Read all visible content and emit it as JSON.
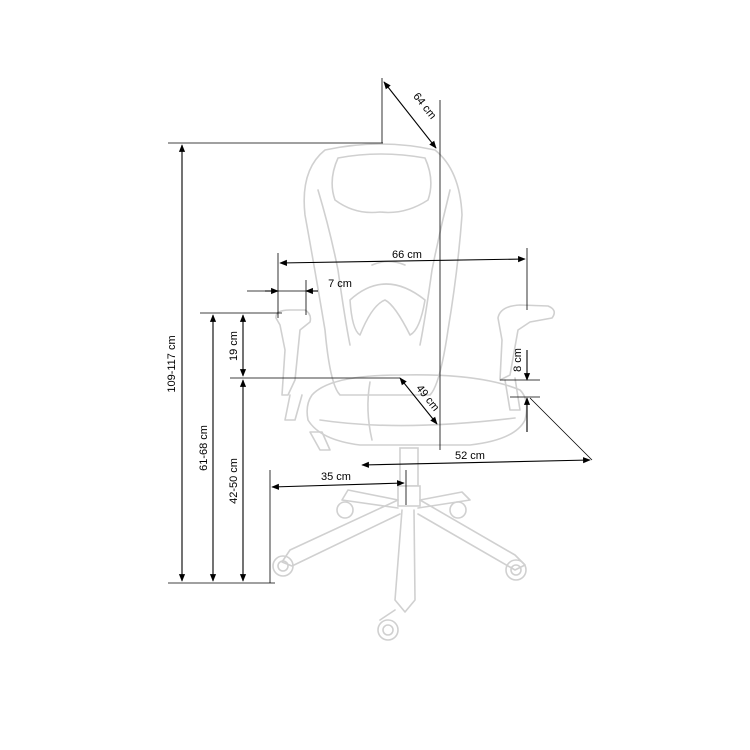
{
  "dimensions": {
    "total_height": "109-117 cm",
    "armrest_height": "61-68 cm",
    "seat_height": "42-50 cm",
    "backrest_above_seat": "19 cm",
    "armrest_width": "7 cm",
    "overall_width": "66 cm",
    "total_depth": "64 cm",
    "seat_depth": "49 cm",
    "armrest_thickness": "8 cm",
    "seat_width": "52 cm",
    "base_radius": "35 cm"
  },
  "colors": {
    "outline": "#d0d0d0",
    "dimension": "#000000"
  }
}
